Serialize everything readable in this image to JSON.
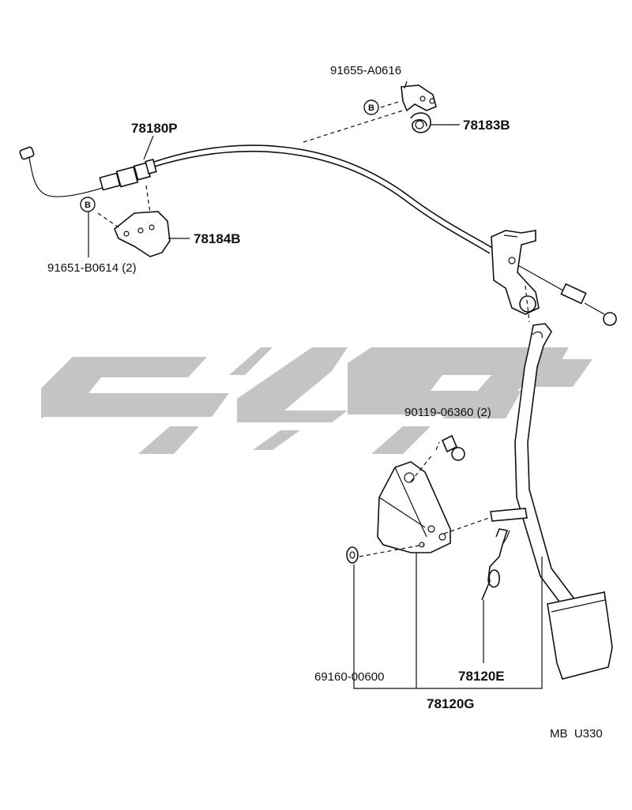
{
  "parts": {
    "bolt_top": "91655-A0616",
    "cable": "78180P",
    "bracket_spring": "78183B",
    "cable_bracket": "78184B",
    "bolt_left": "91651-B0614 (2)",
    "bolt_mount": "90119-06360 (2)",
    "washer": "69160-00600",
    "return_spring": "78120E",
    "pedal_assy": "78120G"
  },
  "badges": {
    "top": "B",
    "left": "B"
  },
  "footer": {
    "model_code": "MB  U330"
  }
}
